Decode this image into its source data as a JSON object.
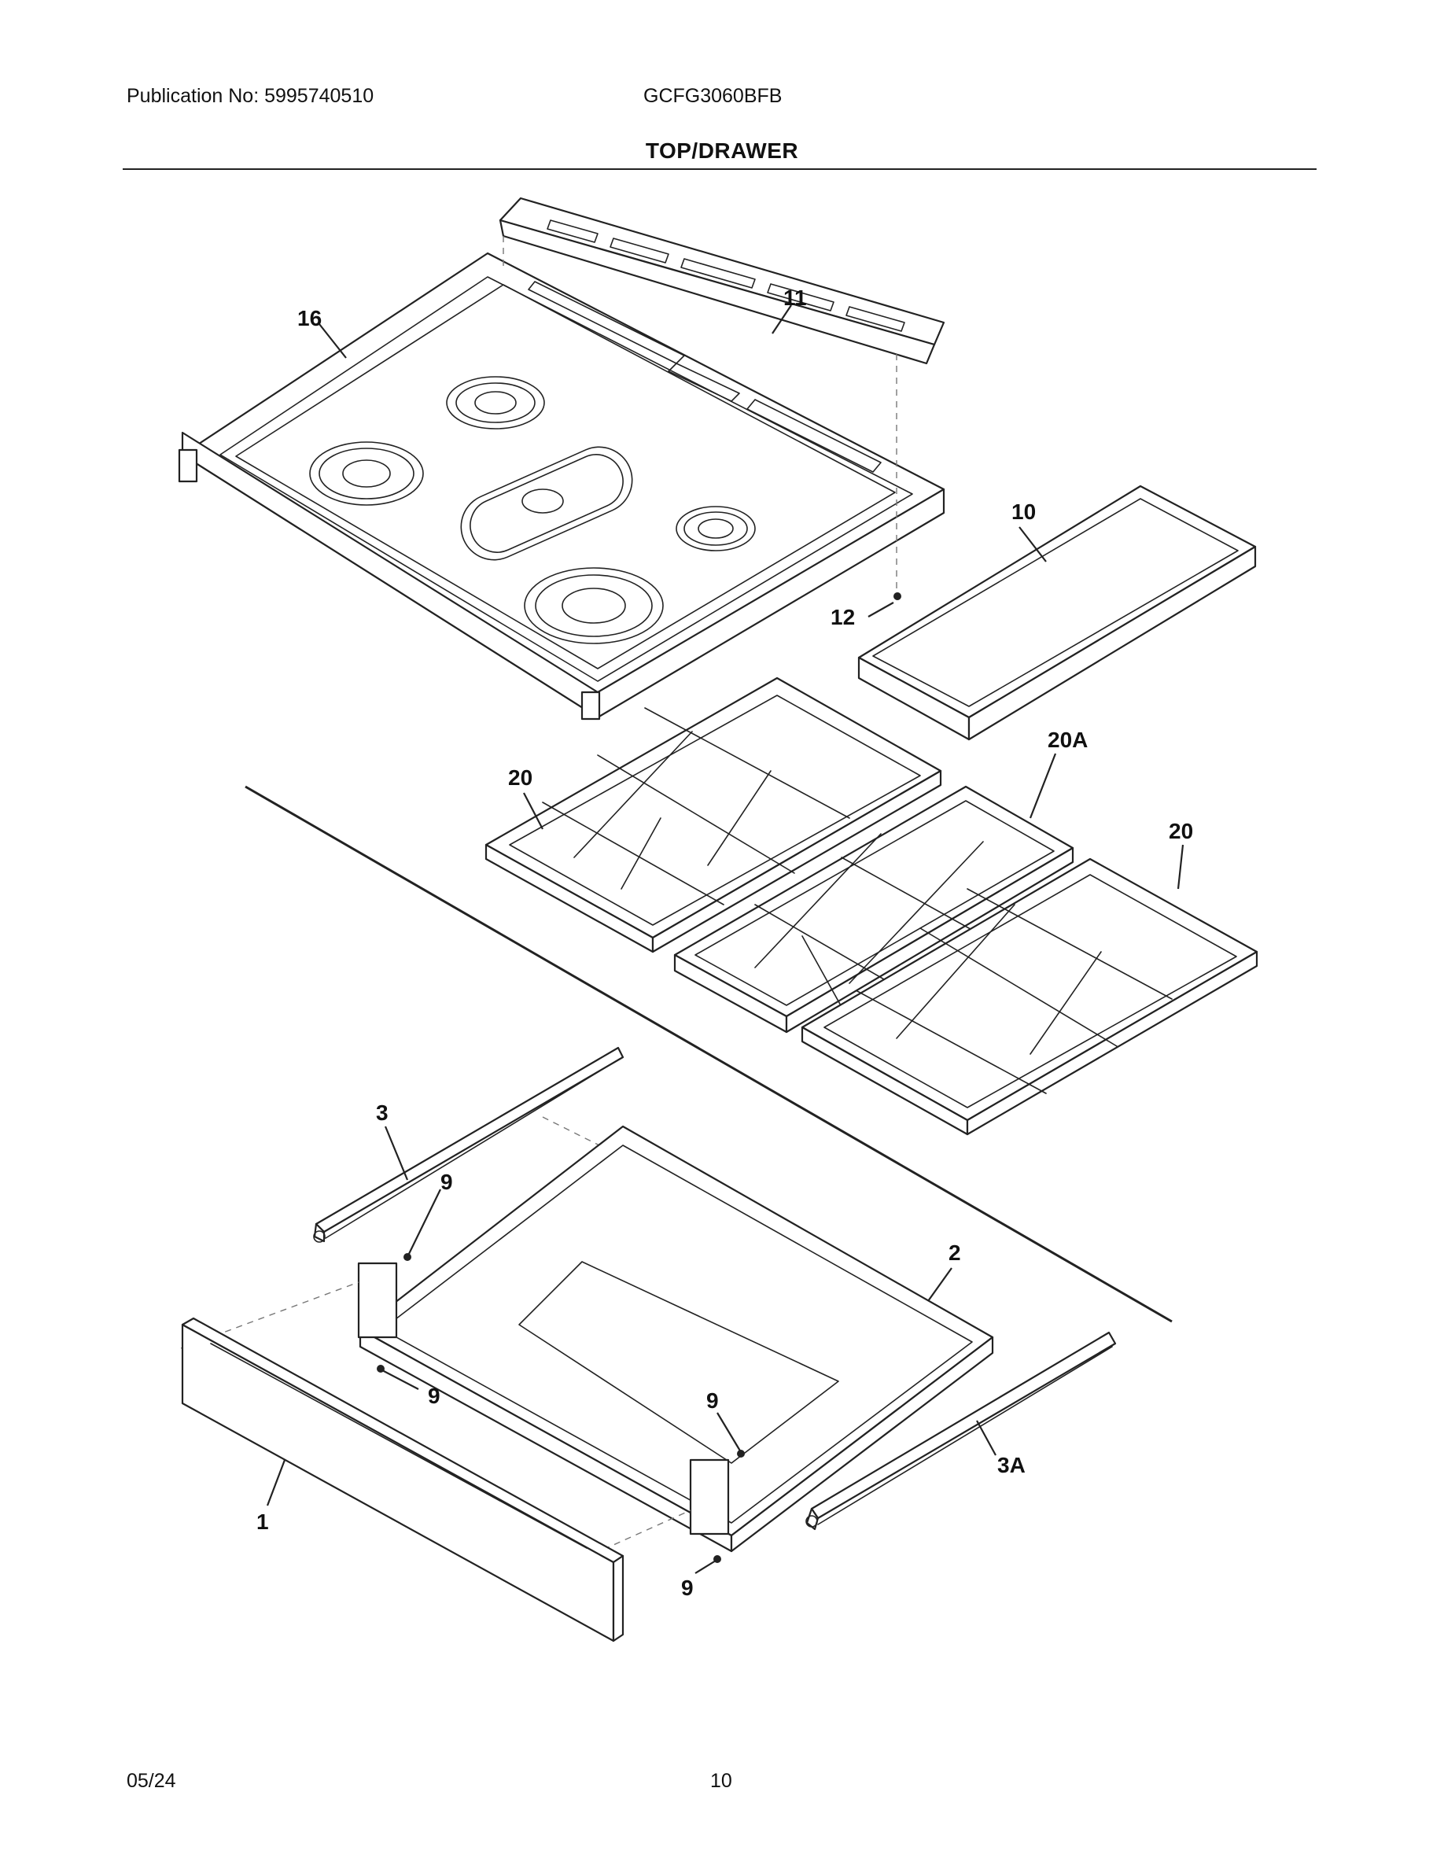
{
  "header": {
    "publication": "Publication No: 5995740510",
    "model": "GCFG3060BFB",
    "section_title": "TOP/DRAWER"
  },
  "callouts": [
    {
      "id": "16",
      "text": "16"
    },
    {
      "id": "11",
      "text": "11"
    },
    {
      "id": "10",
      "text": "10"
    },
    {
      "id": "12",
      "text": "12"
    },
    {
      "id": "20a",
      "text": "20A"
    },
    {
      "id": "20-left",
      "text": "20"
    },
    {
      "id": "20-right",
      "text": "20"
    },
    {
      "id": "3",
      "text": "3"
    },
    {
      "id": "9-top",
      "text": "9"
    },
    {
      "id": "2",
      "text": "2"
    },
    {
      "id": "9-left",
      "text": "9"
    },
    {
      "id": "9-mid",
      "text": "9"
    },
    {
      "id": "3a",
      "text": "3A"
    },
    {
      "id": "1",
      "text": "1"
    },
    {
      "id": "9-bottom",
      "text": "9"
    }
  ],
  "footer": {
    "date": "05/24",
    "page": "10"
  }
}
